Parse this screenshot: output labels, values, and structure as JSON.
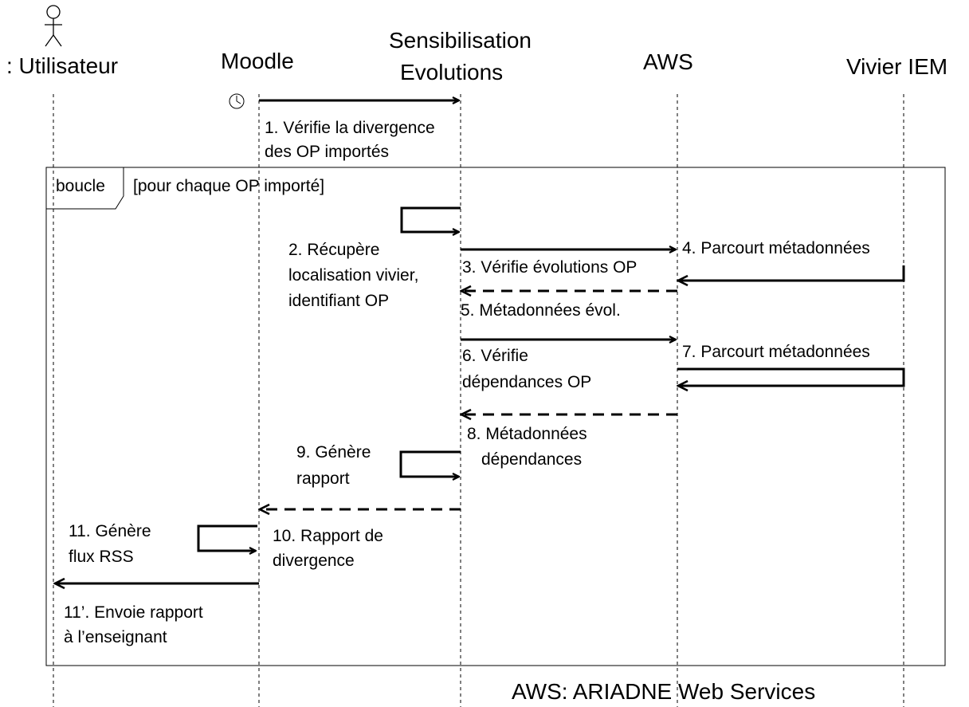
{
  "participants": [
    {
      "id": "utilisateur",
      "name": ": Utilisateur",
      "is_actor": true
    },
    {
      "id": "moodle",
      "name": "Moodle"
    },
    {
      "id": "sensibilisation",
      "name_lines": [
        "Sensibilisation",
        "Evolutions"
      ]
    },
    {
      "id": "aws",
      "name": "AWS"
    },
    {
      "id": "vivier",
      "name": "Vivier IEM"
    }
  ],
  "loop": {
    "keyword": "boucle",
    "guard": "[pour chaque OP importé]"
  },
  "messages": [
    {
      "id": "m1",
      "lines": [
        "1. Vérifie la divergence",
        "des OP importés"
      ]
    },
    {
      "id": "m2",
      "lines": [
        "2. Récupère",
        "localisation vivier,",
        "identifiant OP"
      ]
    },
    {
      "id": "m3",
      "lines": [
        "3. Vérifie évolutions OP"
      ]
    },
    {
      "id": "m4",
      "lines": [
        "4. Parcourt métadonnées"
      ]
    },
    {
      "id": "m5",
      "lines": [
        "5. Métadonnées évol."
      ]
    },
    {
      "id": "m6",
      "lines": [
        "6. Vérifie",
        "dépendances OP"
      ]
    },
    {
      "id": "m7",
      "lines": [
        "7. Parcourt métadonnées"
      ]
    },
    {
      "id": "m8",
      "lines": [
        "8. Métadonnées",
        "dépendances"
      ]
    },
    {
      "id": "m9",
      "lines": [
        "9. Génère",
        "rapport"
      ]
    },
    {
      "id": "m10",
      "lines": [
        "10. Rapport de",
        "divergence"
      ]
    },
    {
      "id": "m11",
      "lines": [
        "11. Génère",
        "flux RSS"
      ]
    },
    {
      "id": "m11b",
      "lines": [
        "11’. Envoie rapport",
        "à l’enseignant"
      ]
    }
  ],
  "footnote": "AWS: ARIADNE Web Services"
}
